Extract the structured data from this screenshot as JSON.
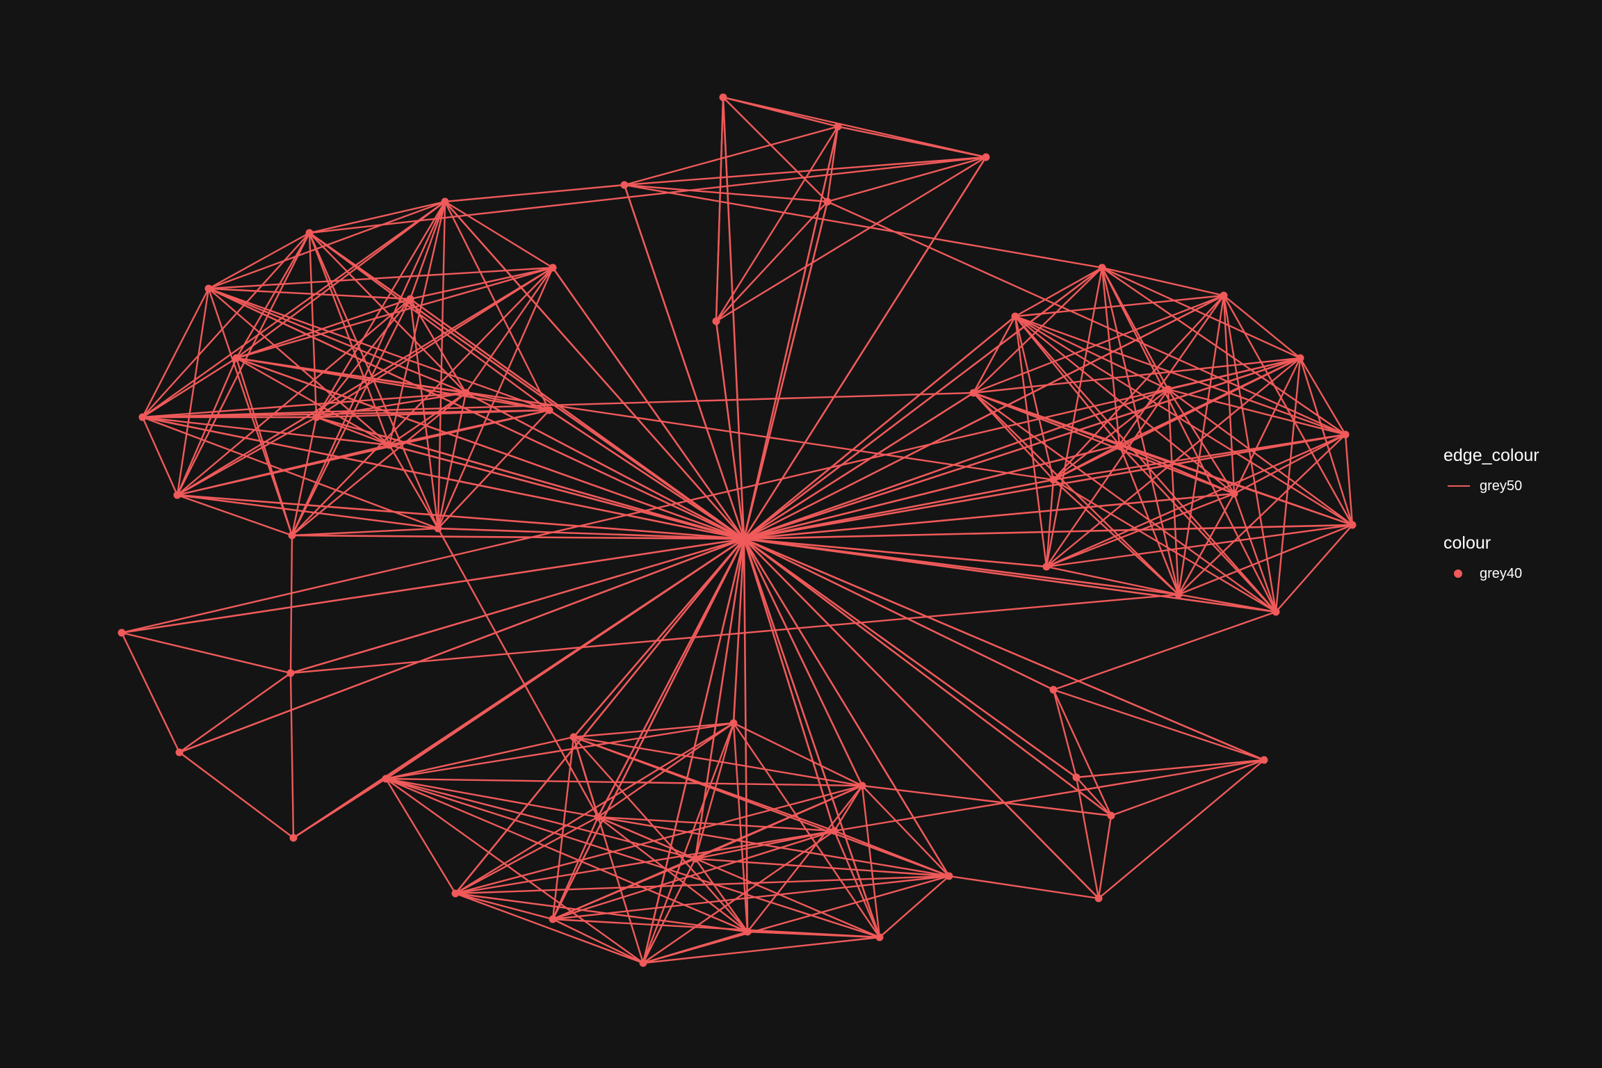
{
  "theme": {
    "background": "#141414",
    "edge_color": "#f05a5a",
    "node_color": "#f05a5a",
    "text_color": "#ffffff"
  },
  "legend": {
    "edge_title": "edge_colour",
    "edge_label": "grey50",
    "node_title": "colour",
    "node_label": "grey40"
  }
}
